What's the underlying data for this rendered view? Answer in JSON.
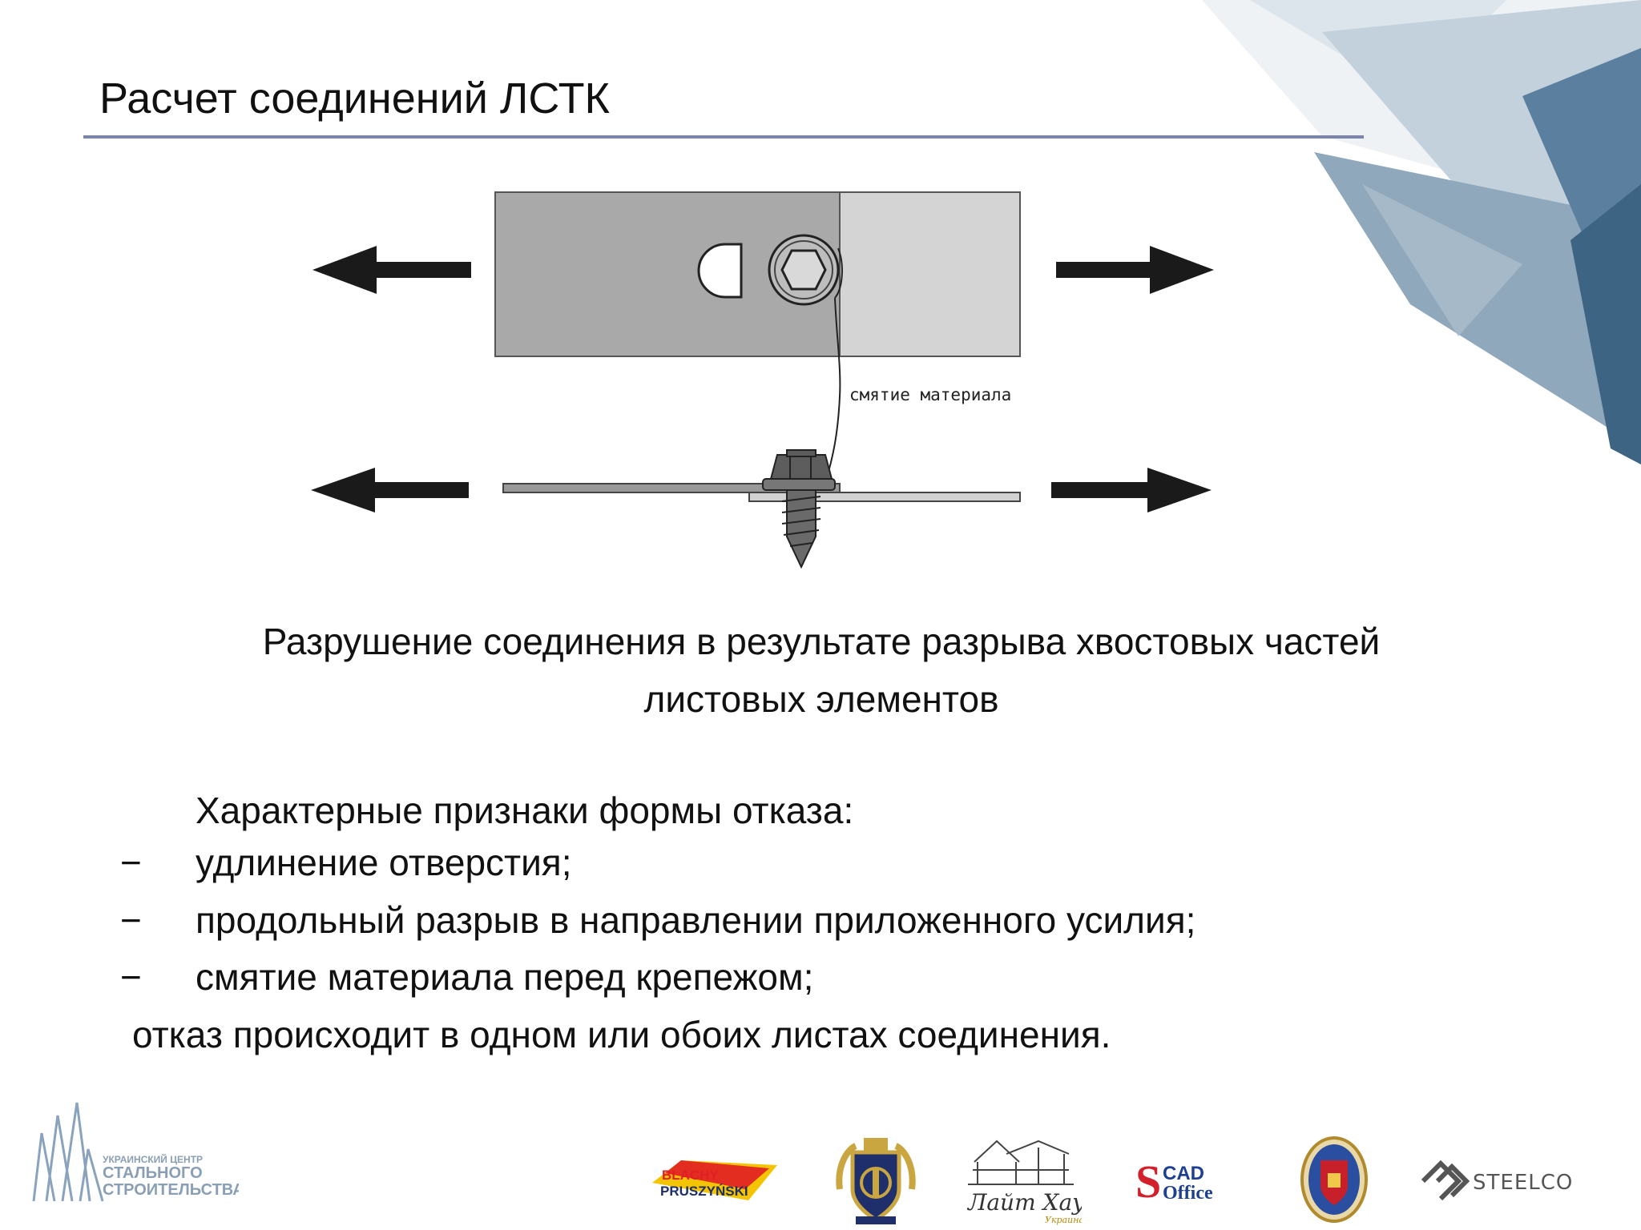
{
  "slide": {
    "title": "Расчет соединений ЛСТК",
    "figure_label": "смятие материала",
    "caption_line1": "Разрушение соединения в результате разрыва хвостовых частей",
    "caption_line2": "листовых элементов",
    "signs_heading": "Характерные признаки формы отказа:",
    "signs": [
      "удлинение отверстия;",
      "продольный разрыв в направлении приложенного усилия;",
      "смятие материала перед крепежом;"
    ],
    "dash": "−",
    "conclusion": "отказ происходит в одном или обоих листах соединения."
  },
  "footer": {
    "center_logo_lines": [
      "УКРАИНСКИЙ ЦЕНТР",
      "СТАЛЬНОГО",
      "СТРОИТЕЛЬСТВА"
    ],
    "blachy_line1": "BLACHY",
    "blachy_line2": "PRUSZYŃSKI",
    "laithaus_name": "Лайт Хаус",
    "laithaus_sub": "Украина",
    "cad_top": "CAD",
    "cad_bottom": "Office",
    "cad_letter": "S",
    "steelco": "STEELCO"
  },
  "colors": {
    "rule": "#7b84aa",
    "plate_dark": "#a9a9a9",
    "plate_light": "#d4d4d4",
    "deco_blue": "#5b7f9e"
  }
}
